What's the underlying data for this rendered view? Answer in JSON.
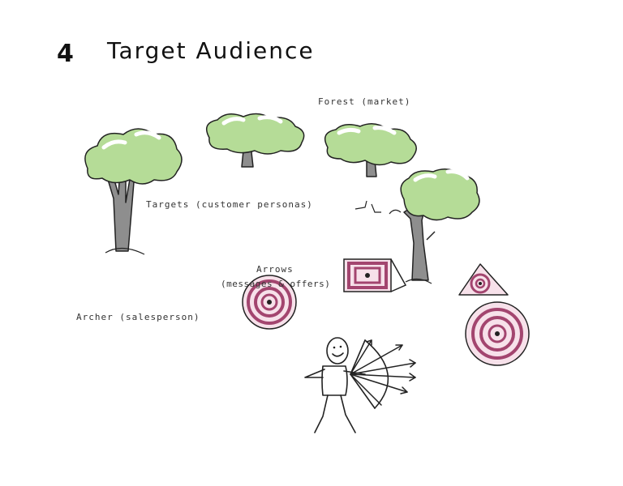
{
  "page": {
    "number": "4",
    "title": "Target Audience"
  },
  "labels": {
    "forest": "Forest (market)",
    "targets": "Targets (customer personas)",
    "arrows_line1": "Arrows",
    "arrows_line2": "(messages & offers)",
    "archer": "Archer (salesperson)"
  },
  "colors": {
    "ink": "#222222",
    "foliage": "#b5dc97",
    "foliage_light": "#d6eebf",
    "trunk": "#8e8e8e",
    "target_ring": "#a3456f",
    "target_fill": "#f7e1ea"
  },
  "icons": [
    "tree-icon",
    "target-icon",
    "archer-figure",
    "bow-icon",
    "arrow-icon"
  ]
}
